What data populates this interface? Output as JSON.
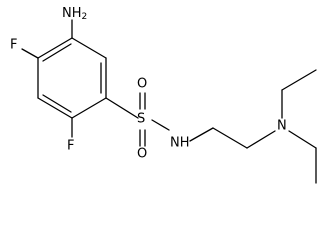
{
  "structure": {
    "atoms": {
      "amine_n": "NH",
      "amine_h_count": "2",
      "fluoro_top": "F",
      "fluoro_bottom": "F",
      "sulfur": "S",
      "oxygen_top": "O",
      "oxygen_bottom": "O",
      "amide_nh": "NH",
      "tertiary_n": "N"
    }
  },
  "colors": {
    "bond": "#000000",
    "label": "#000000",
    "background": "#ffffff"
  }
}
